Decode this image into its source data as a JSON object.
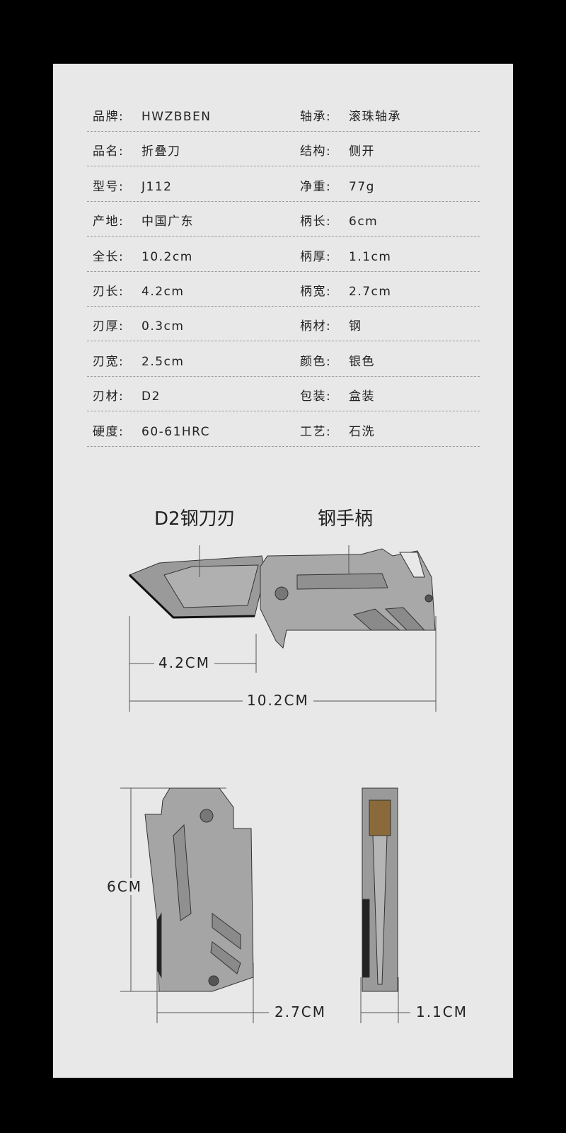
{
  "specs": [
    {
      "left": {
        "key": "品牌:",
        "value": "HWZBBEN"
      },
      "right": {
        "key": "轴承:",
        "value": "滚珠轴承"
      }
    },
    {
      "left": {
        "key": "品名:",
        "value": "折叠刀"
      },
      "right": {
        "key": "结构:",
        "value": "侧开"
      }
    },
    {
      "left": {
        "key": "型号:",
        "value": "J112"
      },
      "right": {
        "key": "净重:",
        "value": "77g"
      }
    },
    {
      "left": {
        "key": "产地:",
        "value": "中国广东"
      },
      "right": {
        "key": "柄长:",
        "value": "6cm"
      }
    },
    {
      "left": {
        "key": "全长:",
        "value": "10.2cm"
      },
      "right": {
        "key": "柄厚:",
        "value": "1.1cm"
      }
    },
    {
      "left": {
        "key": "刃长:",
        "value": "4.2cm"
      },
      "right": {
        "key": "柄宽:",
        "value": "2.7cm"
      }
    },
    {
      "left": {
        "key": "刃厚:",
        "value": "0.3cm"
      },
      "right": {
        "key": "柄材:",
        "value": "钢"
      }
    },
    {
      "left": {
        "key": "刃宽:",
        "value": "2.5cm"
      },
      "right": {
        "key": "颜色:",
        "value": "银色"
      }
    },
    {
      "left": {
        "key": "刃材:",
        "value": "D2"
      },
      "right": {
        "key": "包装:",
        "value": "盒装"
      }
    },
    {
      "left": {
        "key": "硬度:",
        "value": "60-61HRC"
      },
      "right": {
        "key": "工艺:",
        "value": "石洗"
      }
    }
  ],
  "diagram": {
    "blade_label": "D2钢刀刃",
    "handle_label": "钢手柄",
    "blade_length": "4.2CM",
    "total_length": "10.2CM",
    "handle_length": "6CM",
    "handle_width": "2.7CM",
    "handle_thickness": "1.1CM"
  }
}
